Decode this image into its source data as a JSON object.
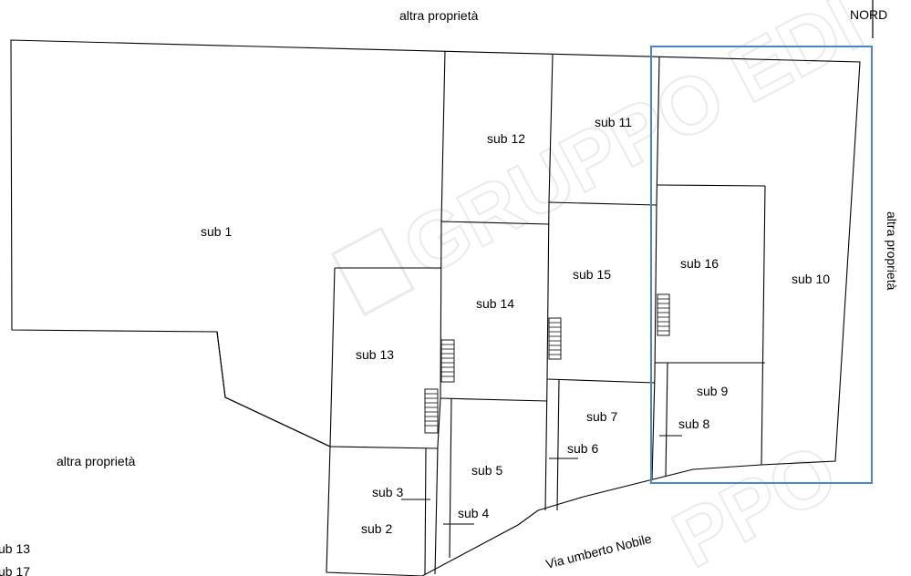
{
  "labels": {
    "top_neighbor": "altra proprietà",
    "left_neighbor": "altra proprietà",
    "right_neighbor": "altra proprietà",
    "north": "NORD",
    "street": "Via umberto Nobile",
    "legend_1": "ub 13",
    "legend_2": "ub 17"
  },
  "units": {
    "sub1": "sub 1",
    "sub2": "sub 2",
    "sub3": "sub 3",
    "sub4": "sub 4",
    "sub5": "sub 5",
    "sub6": "sub 6",
    "sub7": "sub 7",
    "sub8": "sub 8",
    "sub9": "sub 9",
    "sub10": "sub 10",
    "sub11": "sub 11",
    "sub12": "sub 12",
    "sub13": "sub 13",
    "sub14": "sub 14",
    "sub15": "sub 15",
    "sub16": "sub 16"
  },
  "watermark": {
    "text": "GRUPPO EDI",
    "color": "#d9d9d9"
  },
  "highlight_color": "#4a86c8"
}
